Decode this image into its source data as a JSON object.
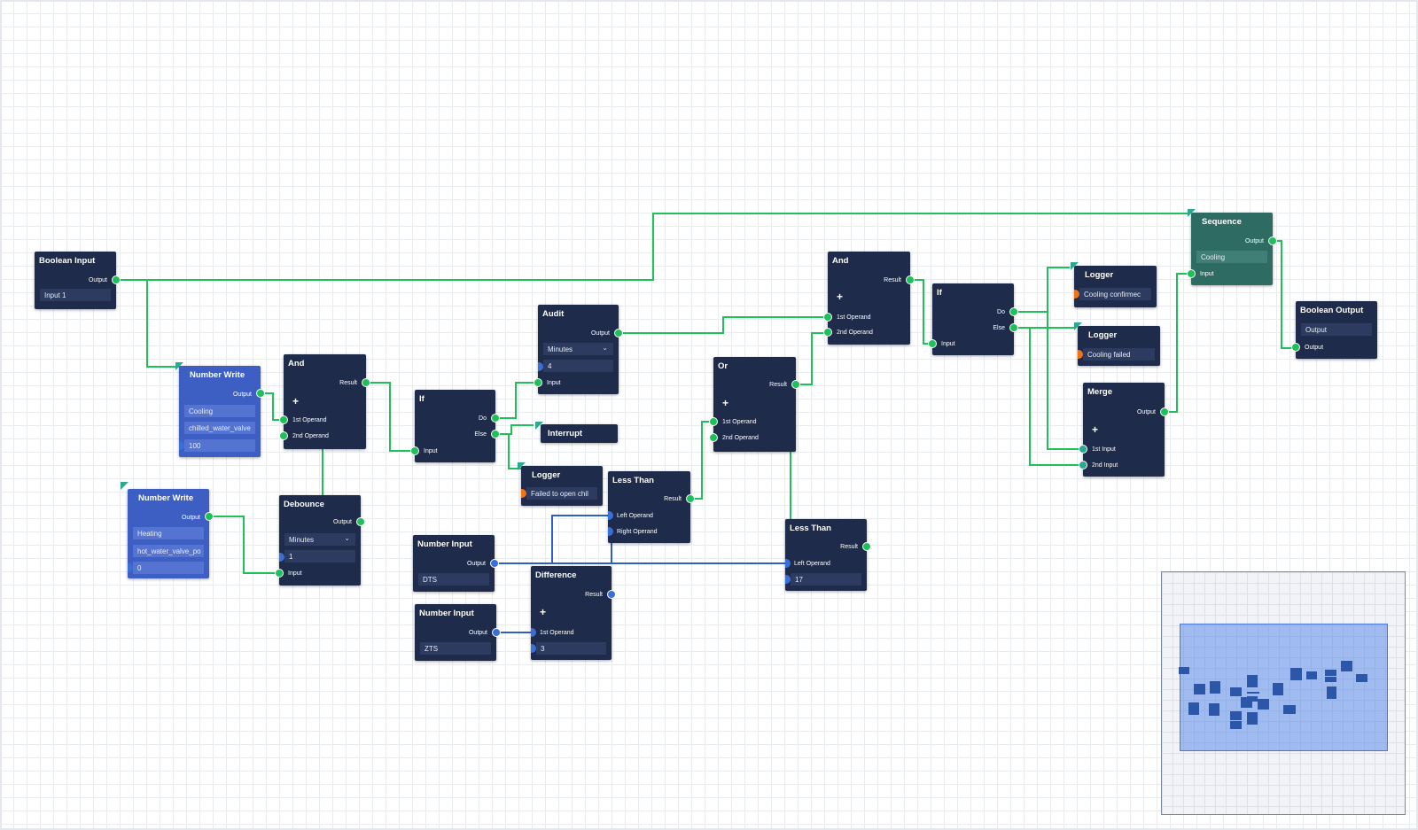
{
  "colors": {
    "node_bg": "#1e2b4a",
    "node_blue": "#3d5fc4",
    "node_teal": "#2e6b62",
    "wire_flow": "#1fbf5a",
    "wire_data": "#2f5fc4",
    "port_warning": "#f07316"
  },
  "nodes": {
    "boolean_input": {
      "title": "Boolean Input",
      "output": "Output",
      "value": "Input 1"
    },
    "number_write_1": {
      "title": "Number Write",
      "output": "Output",
      "field1": "Cooling",
      "field2": "chilled_water_valve",
      "field3": "100"
    },
    "number_write_2": {
      "title": "Number Write",
      "output": "Output",
      "field1": "Heating",
      "field2": "hot_water_valve_po",
      "field3": "0"
    },
    "and_1": {
      "title": "And",
      "result": "Result",
      "plus": "+",
      "in1": "1st Operand",
      "in2": "2nd Operand"
    },
    "debounce": {
      "title": "Debounce",
      "output": "Output",
      "unit": "Minutes",
      "value": "1",
      "input": "Input"
    },
    "if_1": {
      "title": "If",
      "do": "Do",
      "else": "Else",
      "input": "Input"
    },
    "audit": {
      "title": "Audit",
      "output": "Output",
      "unit": "Minutes",
      "value": "4",
      "input": "Input"
    },
    "interrupt": {
      "title": "Interrupt"
    },
    "logger_fail_open": {
      "title": "Logger",
      "message": "Failed to open chil"
    },
    "less_than_1": {
      "title": "Less Than",
      "result": "Result",
      "in1": "Left Operand",
      "in2": "Right Operand"
    },
    "number_input_dts": {
      "title": "Number Input",
      "output": "Output",
      "value": "DTS"
    },
    "number_input_zts": {
      "title": "Number Input",
      "output": "Output",
      "value": "ZTS"
    },
    "difference": {
      "title": "Difference",
      "result": "Result",
      "plus": "+",
      "in1": "1st Operand",
      "value": "3"
    },
    "or": {
      "title": "Or",
      "result": "Result",
      "plus": "+",
      "in1": "1st Operand",
      "in2": "2nd Operand"
    },
    "less_than_2": {
      "title": "Less Than",
      "result": "Result",
      "in1": "Left Operand",
      "value": "17"
    },
    "and_2": {
      "title": "And",
      "result": "Result",
      "plus": "+",
      "in1": "1st Operand",
      "in2": "2nd Operand"
    },
    "if_2": {
      "title": "If",
      "do": "Do",
      "else": "Else",
      "input": "Input"
    },
    "logger_confirmed": {
      "title": "Logger",
      "message": "Cooling confirmec"
    },
    "logger_failed": {
      "title": "Logger",
      "message": "Cooling failed"
    },
    "merge": {
      "title": "Merge",
      "output": "Output",
      "plus": "+",
      "in1": "1st Input",
      "in2": "2nd Input"
    },
    "sequence": {
      "title": "Sequence",
      "output": "Output",
      "value": "Cooling",
      "input": "Input"
    },
    "boolean_output": {
      "title": "Boolean Output",
      "out1": "Output",
      "out2": "Output"
    }
  }
}
